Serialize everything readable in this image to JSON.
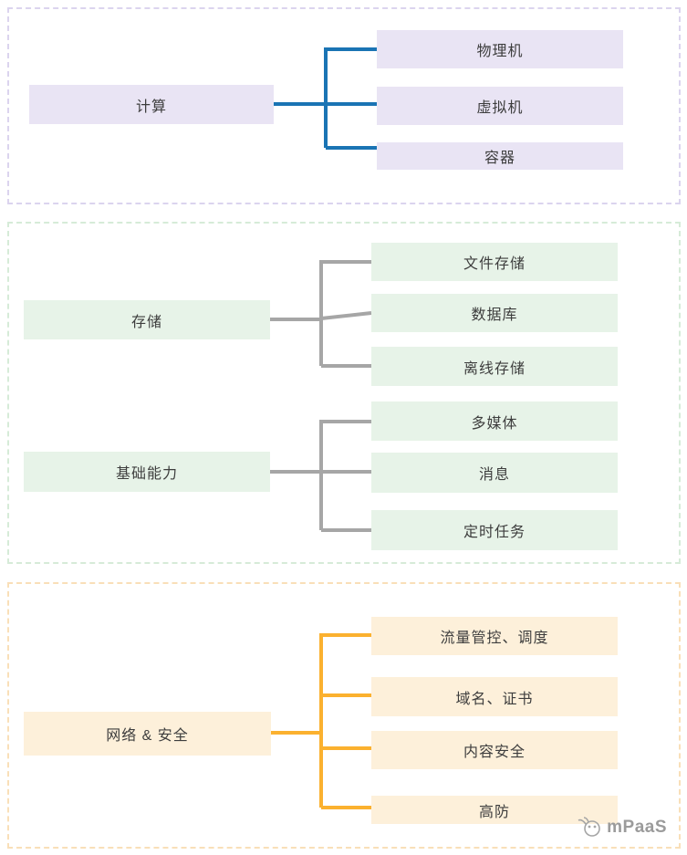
{
  "diagram": {
    "sections": [
      {
        "name": "compute",
        "groups": [
          {
            "parent": "计算",
            "children": [
              "物理机",
              "虚拟机",
              "容器"
            ]
          }
        ]
      },
      {
        "name": "storage-and-basics",
        "groups": [
          {
            "parent": "存储",
            "children": [
              "文件存储",
              "数据库",
              "离线存储"
            ]
          },
          {
            "parent": "基础能力",
            "children": [
              "多媒体",
              "消息",
              "定时任务"
            ]
          }
        ]
      },
      {
        "name": "network-and-security",
        "groups": [
          {
            "parent": "网络 & 安全",
            "children": [
              "流量管控、调度",
              "域名、证书",
              "内容安全",
              "高防"
            ]
          }
        ]
      }
    ],
    "colors": {
      "compute_fill": "#e9e4f4",
      "compute_line": "#1a74b4",
      "compute_border": "#dbd4ee",
      "storage_fill": "#e7f3e8",
      "storage_line": "#a6a6a6",
      "storage_border": "#d6ebd8",
      "network_fill": "#fdf0da",
      "network_line": "#fbb12f",
      "network_border": "#f9dfb8",
      "text": "#3d3d3d",
      "watermark_text": "#9b9b9b"
    },
    "watermark": {
      "brand": "mPaaS"
    }
  }
}
